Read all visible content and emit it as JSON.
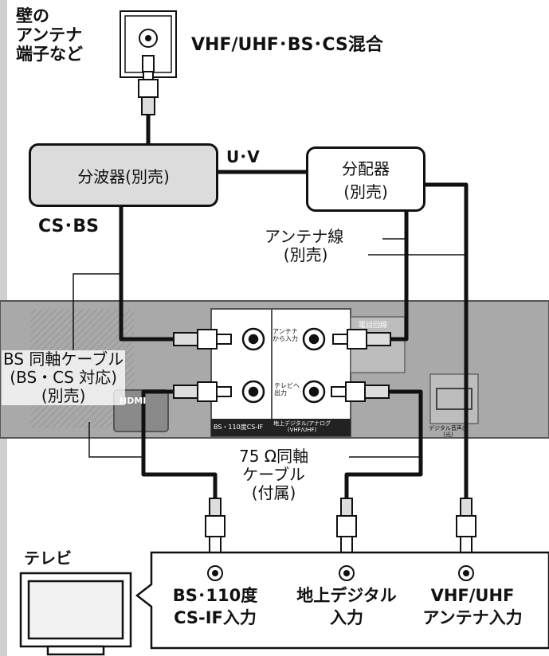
{
  "wall_outlet_label": [
    "壁の",
    "アンテナ",
    "端子など"
  ],
  "signal_label": "VHF/UHF･BS･CS混合",
  "splitter_label": "分波器(別売)",
  "uv_label": "U･V",
  "cs_bs_label": "CS･BS",
  "distributor_label": [
    "分配器",
    "(別売)"
  ],
  "antenna_wire_label": [
    "アンテナ線",
    "(別売)"
  ],
  "bs_cable_label": [
    "BS 同軸ケーブル",
    "(BS・CS 対応)",
    "(別売)"
  ],
  "coax75_label": [
    "75 Ω同軸",
    "ケーブル",
    "(付属)"
  ],
  "recorder": {
    "port_bs_label": "BS・110度CS-IF",
    "port_terrestrial_label": [
      "地上デジタル/アナログ",
      "(VHF/UHF)"
    ],
    "antenna_in_label": [
      "アンテナ",
      "から入力"
    ],
    "tv_out_label": [
      "テレビへ",
      "出力"
    ],
    "hdmi_label": "HDMI",
    "phone_line_label": "電話回線",
    "digital_audio_label": [
      "デジタル音声出",
      "(光)"
    ]
  },
  "tv_label": "テレビ",
  "tv_inputs": [
    [
      "BS･110度",
      "CS-IF入力"
    ],
    [
      "地上デジタル",
      "入力"
    ],
    [
      "VHF/UHF",
      "アンテナ入力"
    ]
  ]
}
